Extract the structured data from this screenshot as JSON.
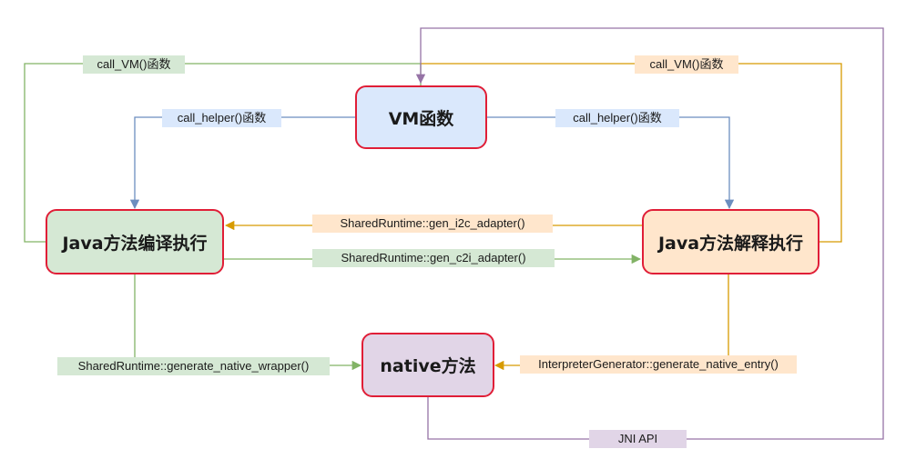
{
  "nodes": {
    "vm": {
      "label": "VM函数",
      "fill": "#dae8fc"
    },
    "compiled": {
      "label": "Java方法编译执行",
      "fill": "#d5e8d4"
    },
    "interp": {
      "label": "Java方法解释执行",
      "fill": "#ffe6cc"
    },
    "native": {
      "label": "native方法",
      "fill": "#e1d5e7"
    },
    "border_color": "#e01e37"
  },
  "edge_labels": {
    "call_vm_left": "call_VM()函数",
    "call_vm_right": "call_VM()函数",
    "call_helper_left": "call_helper()函数",
    "call_helper_right": "call_helper()函数",
    "i2c": "SharedRuntime::gen_i2c_adapter()",
    "c2i": "SharedRuntime::gen_c2i_adapter()",
    "native_wrapper": "SharedRuntime::generate_native_wrapper()",
    "native_entry": "InterpreterGenerator::generate_native_entry()",
    "jni": "JNI API"
  },
  "colors": {
    "green_line": "#82b366",
    "green_fill": "#d5e8d4",
    "blue_line": "#6c8ebf",
    "blue_fill": "#dae8fc",
    "orange_line": "#d79b00",
    "orange_fill": "#ffe6cc",
    "purple_line": "#9673a6",
    "purple_fill": "#e1d5e7"
  }
}
